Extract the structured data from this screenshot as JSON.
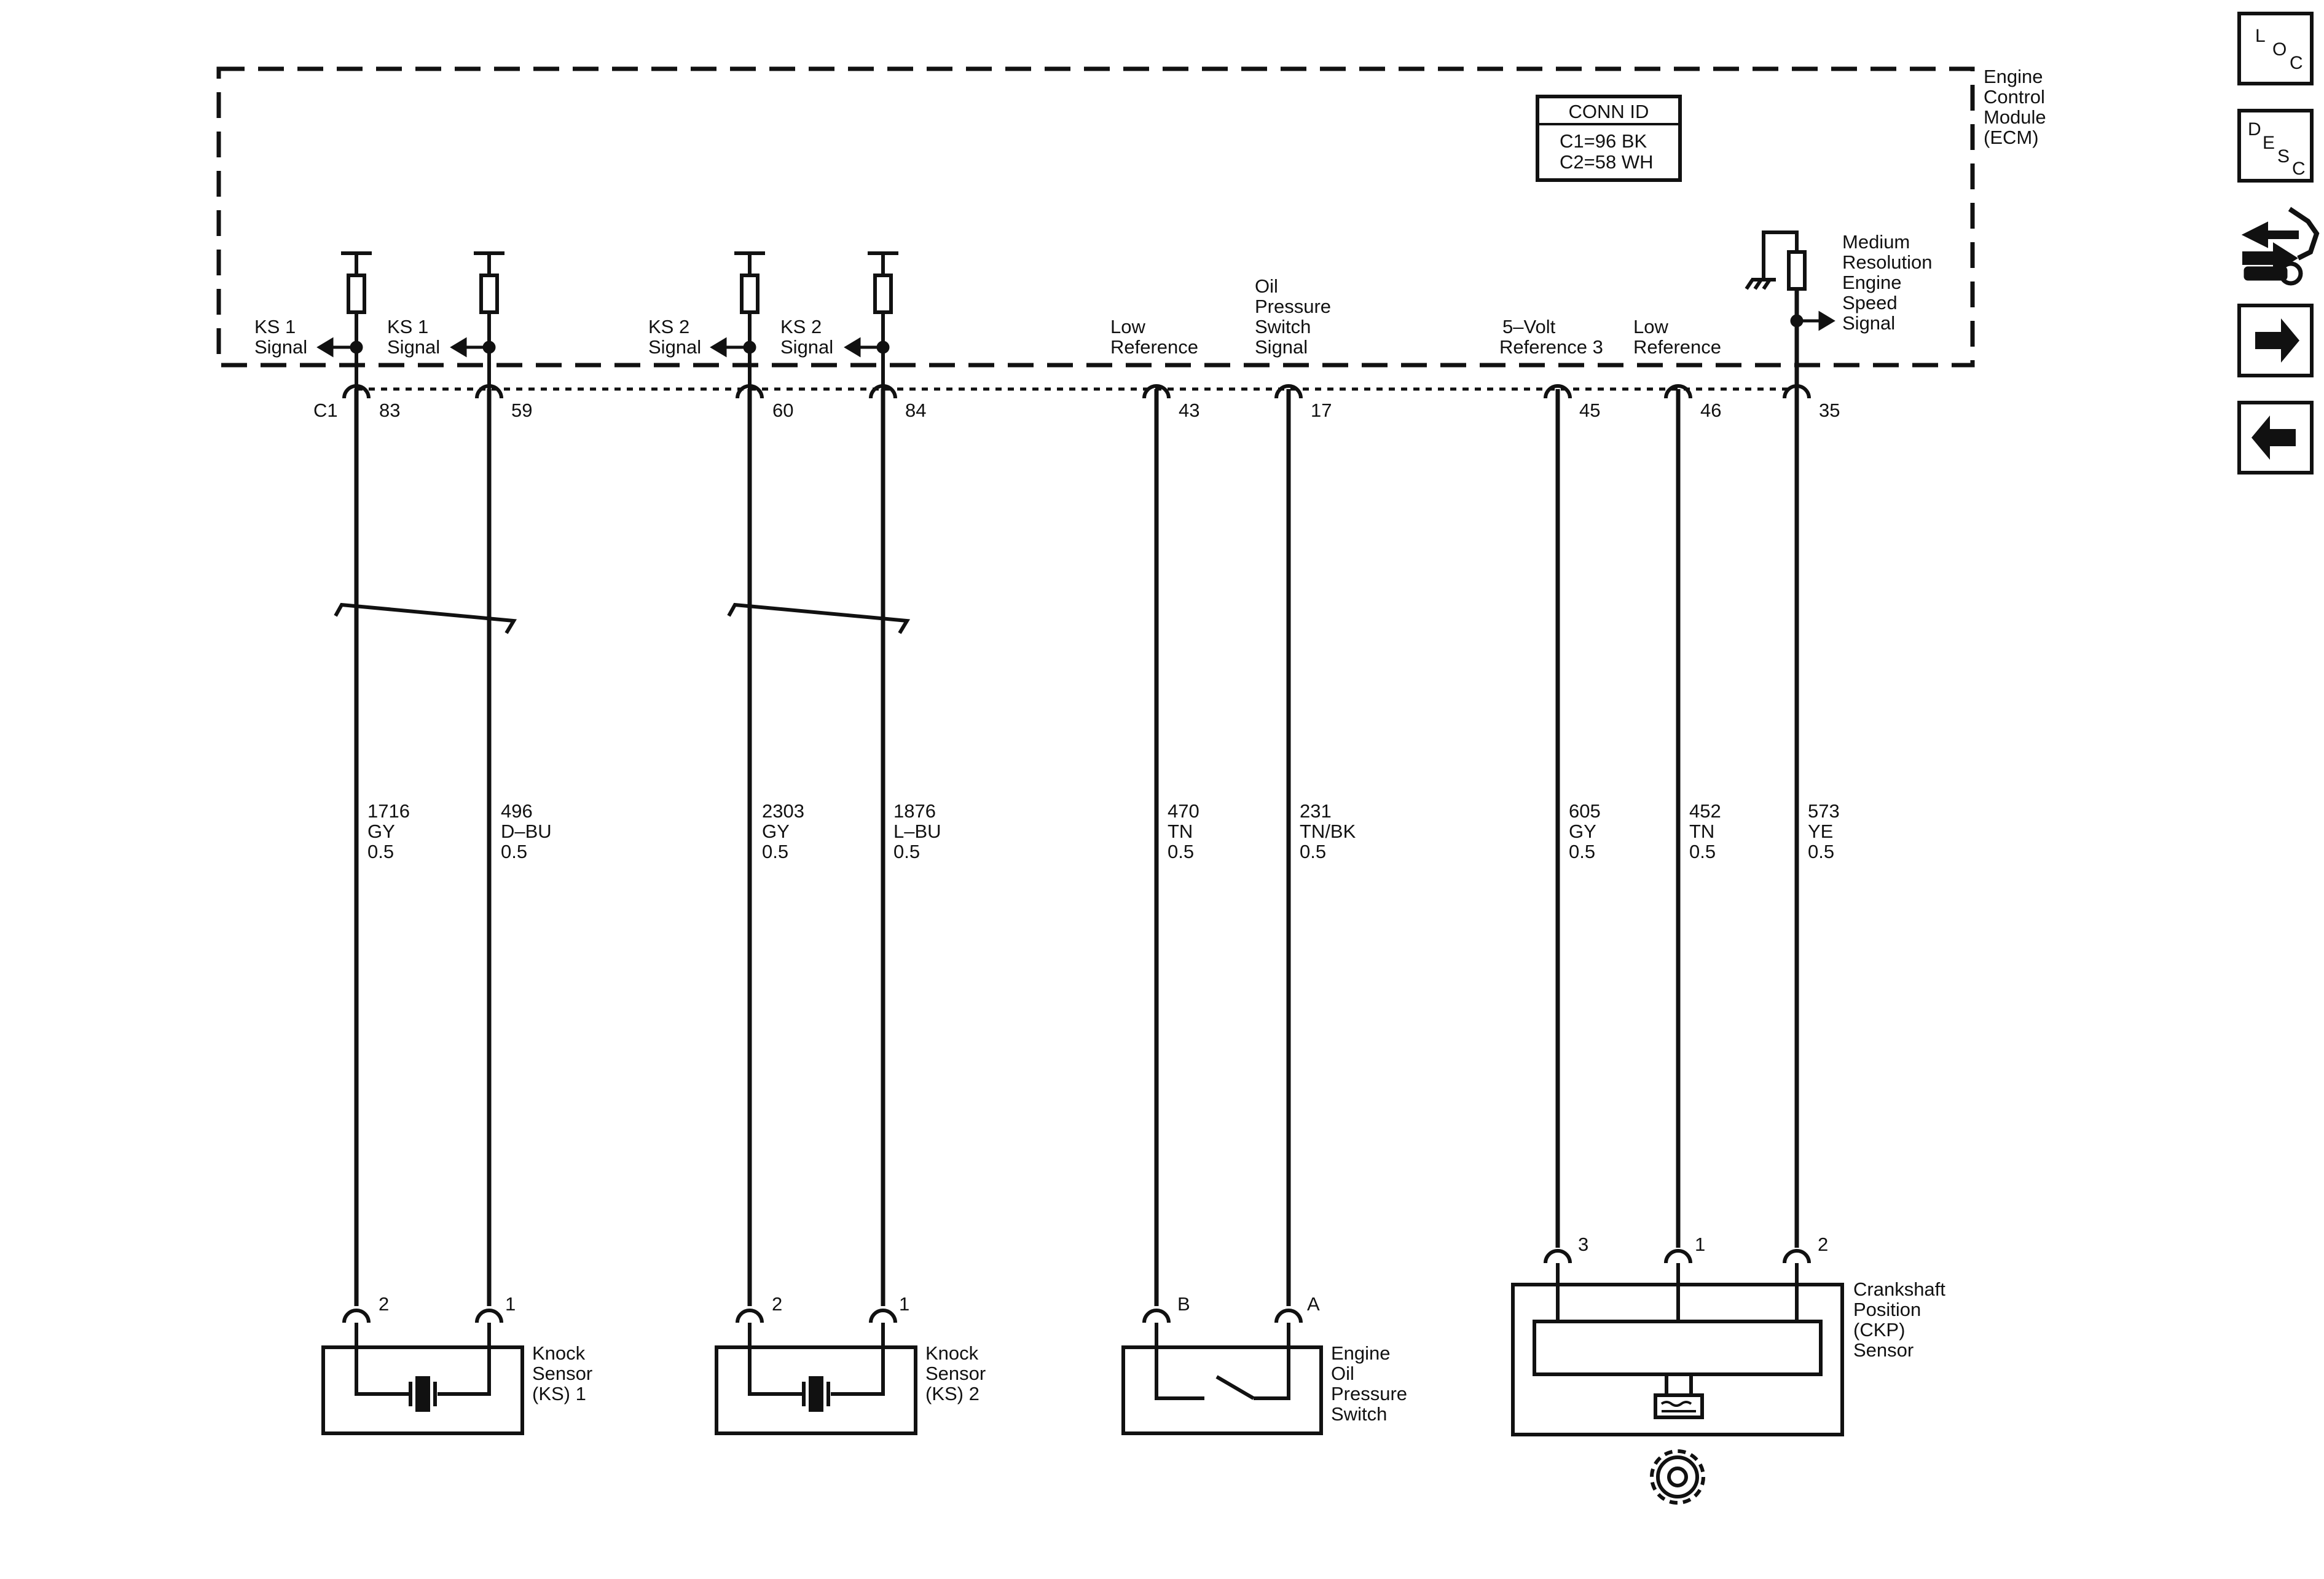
{
  "ecm": {
    "name_lines": [
      "Engine",
      "Control",
      "Module",
      "(ECM)"
    ],
    "conn_id": {
      "title": "CONN ID",
      "lines": [
        "C1=96 BK",
        "C2=58 WH"
      ]
    },
    "connector": "C1"
  },
  "circuits": [
    {
      "signal": [
        "KS 1",
        "Signal"
      ],
      "pin": "83",
      "wire": [
        "1716",
        "GY",
        "0.5"
      ],
      "far_pin": "2"
    },
    {
      "signal": [
        "KS 1",
        "Signal"
      ],
      "pin": "59",
      "wire": [
        "496",
        "D–BU",
        "0.5"
      ],
      "far_pin": "1"
    },
    {
      "signal": [
        "KS 2",
        "Signal"
      ],
      "pin": "60",
      "wire": [
        "2303",
        "GY",
        "0.5"
      ],
      "far_pin": "2"
    },
    {
      "signal": [
        "KS 2",
        "Signal"
      ],
      "pin": "84",
      "wire": [
        "1876",
        "L–BU",
        "0.5"
      ],
      "far_pin": "1"
    },
    {
      "signal": [
        "Low",
        "Reference"
      ],
      "pin": "43",
      "wire": [
        "470",
        "TN",
        "0.5"
      ],
      "far_pin": "B"
    },
    {
      "signal": [
        "Oil",
        "Pressure",
        "Switch",
        "Signal"
      ],
      "pin": "17",
      "wire": [
        "231",
        "TN/BK",
        "0.5"
      ],
      "far_pin": "A"
    },
    {
      "signal": [
        "5–Volt",
        "Reference 3"
      ],
      "pin": "45",
      "wire": [
        "605",
        "GY",
        "0.5"
      ],
      "far_pin": "3"
    },
    {
      "signal": [
        "Low",
        "Reference"
      ],
      "pin": "46",
      "wire": [
        "452",
        "TN",
        "0.5"
      ],
      "far_pin": "1"
    },
    {
      "signal": [
        "Medium",
        "Resolution",
        "Engine",
        "Speed",
        "Signal"
      ],
      "pin": "35",
      "wire": [
        "573",
        "YE",
        "0.5"
      ],
      "far_pin": "2"
    }
  ],
  "components": {
    "ks1": [
      "Knock",
      "Sensor",
      "(KS) 1"
    ],
    "ks2": [
      "Knock",
      "Sensor",
      "(KS) 2"
    ],
    "oil": [
      "Engine",
      "Oil",
      "Pressure",
      "Switch"
    ],
    "ckp": [
      "Crankshaft",
      "Position",
      "(CKP)",
      "Sensor"
    ]
  },
  "nav": {
    "loc": [
      "L",
      "O",
      "C"
    ],
    "desc": [
      "D",
      "E",
      "S",
      "C"
    ],
    "icons": [
      "connector-tool-icon",
      "arrow-right-icon",
      "arrow-left-icon"
    ]
  }
}
